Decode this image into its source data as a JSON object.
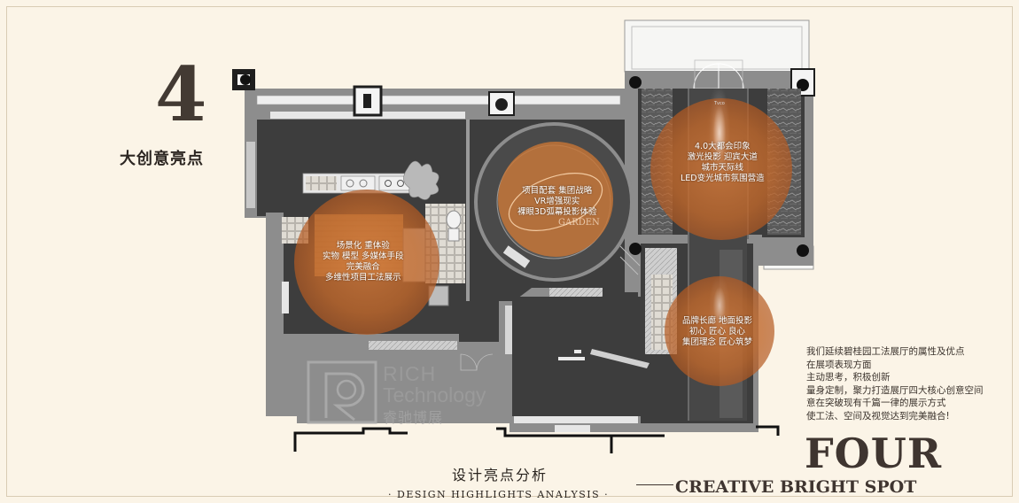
{
  "heading": {
    "number": "4",
    "subtitle": "大创意亮点"
  },
  "callouts": [
    {
      "id": "scene",
      "lines": [
        "场景化 重体验",
        "实物 模型 多媒体手段",
        "完美融合",
        "多维性项目工法展示"
      ]
    },
    {
      "id": "center",
      "lines": [
        "项目配套 集团战略",
        "VR增强现实",
        "裸眼3D弧幕投影体验"
      ]
    },
    {
      "id": "city",
      "lines": [
        "4.0大都会印象",
        "激光投影  迎宾大道",
        "城市天际线",
        "LED变光城市氛围营造"
      ]
    },
    {
      "id": "brand",
      "lines": [
        "品牌长廊  地面投影",
        "初心 匠心 良心",
        "集团理念 匠心筑梦"
      ]
    }
  ],
  "plan_labels": {
    "garden": "GARDEN",
    "small_tag": "Tvco"
  },
  "description": [
    "我们延续碧桂园工法展厅的属性及优点",
    "在展项表现方面",
    "主动思考，积极创新",
    "量身定制，聚力打造展厅四大核心创意空间",
    "意在突破现有千篇一律的展示方式",
    "使工法、空间及视觉达到完美融合!"
  ],
  "logo": {
    "line1": "RICH",
    "line2": "Technology",
    "cn": "睿驰博展"
  },
  "footer": {
    "title": "设计亮点分析",
    "subtitle": "· DESIGN HIGHLIGHTS ANALYSIS ·"
  },
  "corner": {
    "big": "FOUR",
    "sub": "CREATIVE BRIGHT SPOT"
  },
  "colors": {
    "background": "#fbf4e7",
    "floor": "#3e3e3e",
    "wall": "#8d8d8d",
    "highlight": "#c0672a"
  }
}
